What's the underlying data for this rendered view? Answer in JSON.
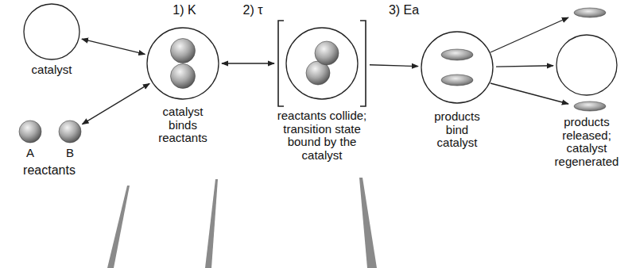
{
  "diagram": {
    "nodes": [
      {
        "text": [
          "catalyst"
        ]
      },
      {
        "text": [
          "A"
        ]
      },
      {
        "text": [
          "B"
        ]
      },
      {
        "text": [
          "catalyst binds reactants"
        ]
      },
      {
        "text": [
          "reactants collide; transition state bound by the catalyst"
        ]
      },
      {
        "text": [
          "products bind catalyst"
        ]
      },
      {
        "text": [
          "products released; catalyst regenerated"
        ]
      }
    ],
    "edges": [
      {
        "from": 0,
        "to": 3,
        "arrow": "both"
      },
      {
        "from": 2,
        "to": 3,
        "arrow": "both"
      },
      {
        "from": 3,
        "to": 4,
        "arrow": "both"
      },
      {
        "from": 4,
        "to": 5,
        "arrow": "to"
      },
      {
        "from": 5,
        "to": 6,
        "arrow": "to"
      }
    ],
    "labels": [
      "reactants",
      "1) K",
      "2) τ",
      "3) Ea"
    ]
  }
}
